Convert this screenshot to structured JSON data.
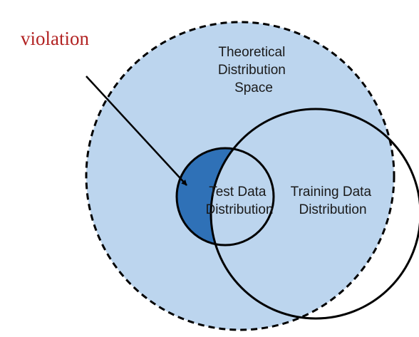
{
  "labels": {
    "violation": "violation",
    "theoretical": [
      "Theoretical",
      "Distribution",
      "Space"
    ],
    "test": [
      "Test Data",
      "Distribution"
    ],
    "training": [
      "Training Data",
      "Distribution"
    ]
  },
  "colors": {
    "space_fill": "#bcd5ee",
    "violation_fill": "#2f71b7",
    "violation_text": "#b22222",
    "stroke": "#000000"
  }
}
